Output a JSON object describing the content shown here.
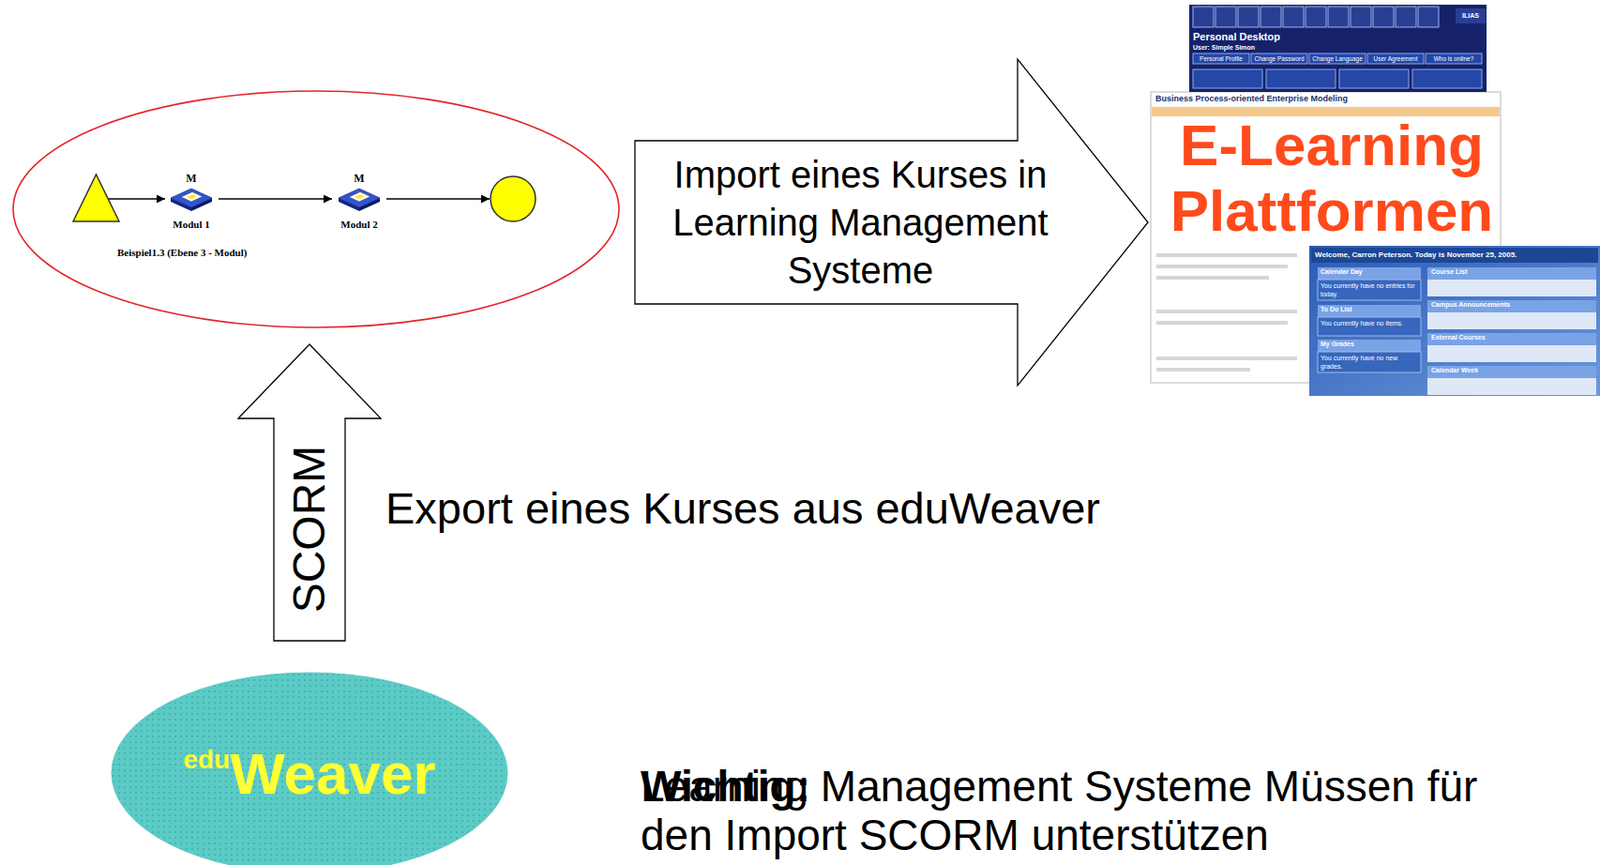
{
  "diagram": {
    "nodes": [
      {
        "text": [
          "Beispiel1.3 (Ebene 3 - Modul)"
        ]
      },
      {
        "text": [
          "M",
          "Modul 1"
        ],
        "in": 0
      },
      {
        "text": [
          "M",
          "Modul 2"
        ],
        "in": 0
      },
      {
        "text": [
          "E-Learning Plattformen"
        ]
      },
      {
        "text": [
          "edu",
          "Weaver"
        ]
      }
    ],
    "edges": [
      {
        "from": 1,
        "to": 2,
        "arrow": "to"
      },
      {
        "from": 4,
        "to": 0,
        "label": "SCORM",
        "arrow": "to"
      },
      {
        "from": 0,
        "to": 3,
        "label": "Import eines Kurses in Learning Management Systeme",
        "arrow": "to"
      }
    ],
    "labels": [
      "Export eines Kurses aus eduWeaver",
      "Wichtig:",
      "Learning Management Systeme Müssen für den Import SCORM unterstützen",
      "ILIAS",
      "Personal Desktop",
      "User: Simple Simon",
      "Personal Profile",
      "Change Password",
      "Change Language",
      "User Agreement",
      "Who is online?",
      "Business Process-oriented Enterprise Modeling",
      "Welcome, Carron Peterson. Today is November 25, 2005.",
      "Calendar Day",
      "You currently have no entries for today.",
      "To Do List",
      "You currently have no items.",
      "My Grades",
      "You currently have no new grades.",
      "Course List",
      "Campus Announcements",
      "External Courses",
      "Calendar Week"
    ]
  }
}
